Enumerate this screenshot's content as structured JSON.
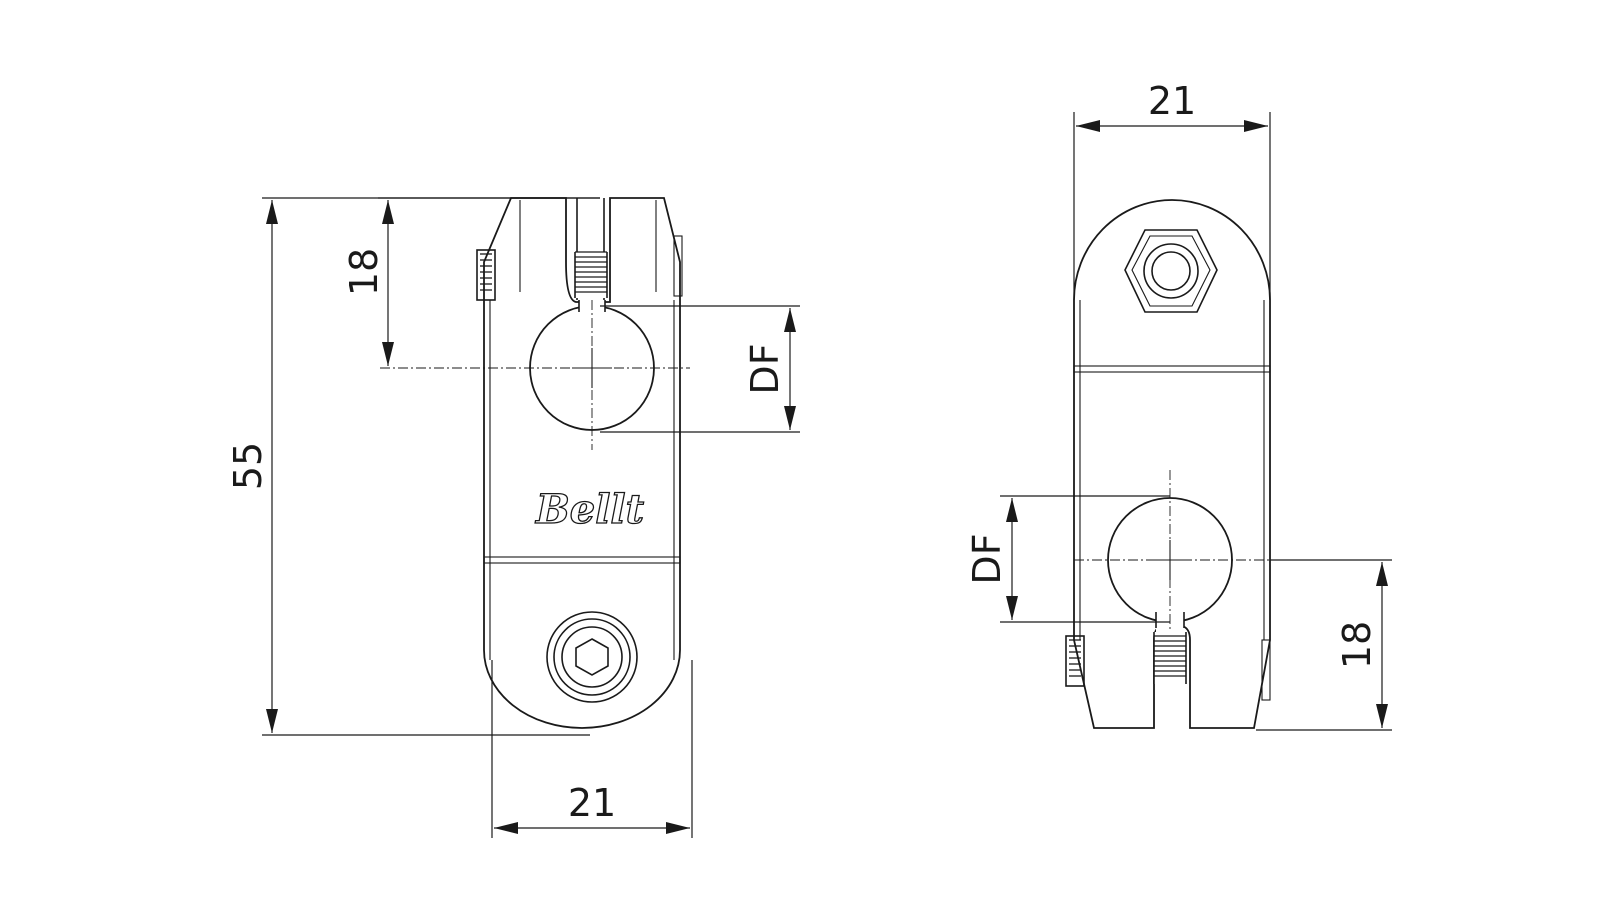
{
  "front_view": {
    "dim_overall_height": "55",
    "dim_top_to_center": "18",
    "dim_bore": "DF",
    "dim_width": "21",
    "logo": "Bellt"
  },
  "side_view": {
    "dim_width": "21",
    "dim_bore": "DF",
    "dim_bottom_to_center": "18"
  }
}
